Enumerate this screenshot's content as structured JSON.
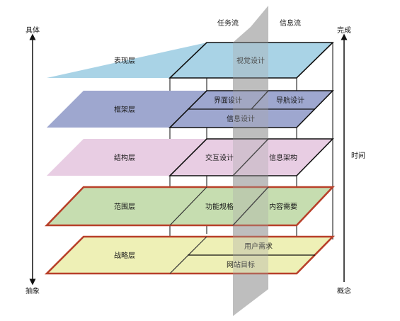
{
  "labels": {
    "top_left": "具体",
    "bottom_left": "抽象",
    "top_right": "完成",
    "bottom_right": "概念",
    "time": "时间",
    "task_flow": "任务流",
    "info_flow": "信息流"
  },
  "layers": [
    {
      "name": "表现层",
      "color": "#a9d3e6"
    },
    {
      "name": "框架层",
      "color": "#9ea7cf"
    },
    {
      "name": "结构层",
      "color": "#e8cde3"
    },
    {
      "name": "范围层",
      "color": "#c6ddb0"
    },
    {
      "name": "战略层",
      "color": "#eef0b6"
    }
  ],
  "cells": {
    "visual_design": "视觉设计",
    "interface_design": "界面设计",
    "navigation_design": "导航设计",
    "information_design": "信息设计",
    "interaction_design": "交互设计",
    "information_architecture": "信息架构",
    "functional_spec": "功能规格",
    "content_requirements": "内容需要",
    "user_needs": "用户需求",
    "site_objectives": "网站目标"
  }
}
